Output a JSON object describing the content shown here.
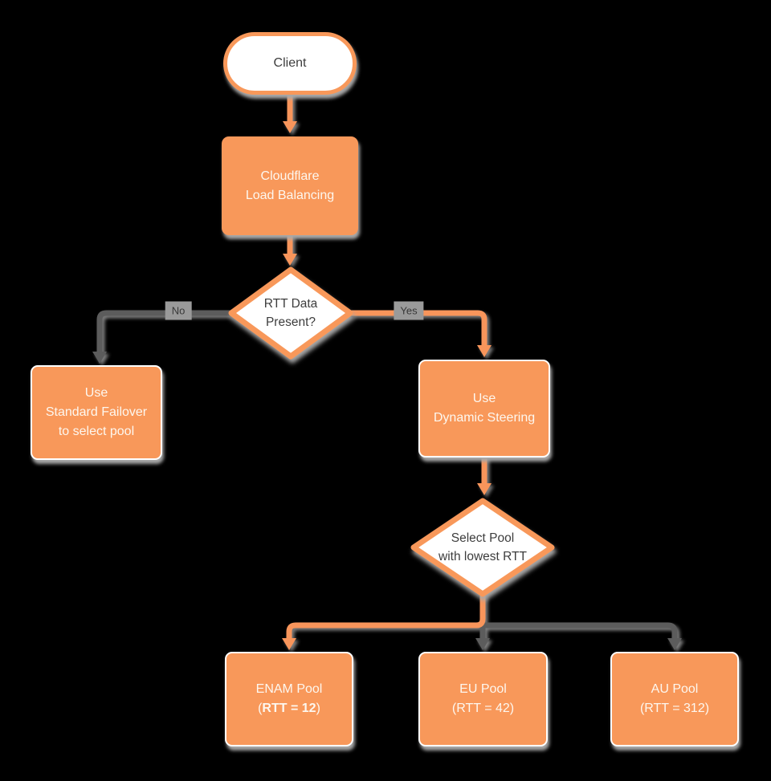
{
  "diagram": {
    "colors": {
      "node_orange": "#F8985A",
      "connector_gray": "#5C5C5C",
      "shadow_gray": "#A8A8A8",
      "dark_text": "#3D3D3D",
      "light_text": "#FDF7EF",
      "background": "#000000"
    },
    "nodes": {
      "client": {
        "type": "terminator",
        "label": "Client"
      },
      "cloudflare": {
        "type": "process",
        "line1": "Cloudflare",
        "line2": "Load Balancing"
      },
      "rtt_decision": {
        "type": "decision",
        "line1": "RTT Data",
        "line2": "Present?"
      },
      "failover": {
        "type": "process",
        "line1": "Use",
        "line2": "Standard Failover",
        "line3": "to select pool"
      },
      "dynamic": {
        "type": "process",
        "line1": "Use",
        "line2": "Dynamic Steering"
      },
      "select_pool": {
        "type": "decision",
        "line1": "Select Pool",
        "line2": "with lowest RTT"
      },
      "enam_pool": {
        "type": "process",
        "line1": "ENAM Pool",
        "paren_open": "(",
        "rtt_bold": "RTT = 12",
        "paren_close": ")"
      },
      "eu_pool": {
        "type": "process",
        "line1": "EU Pool",
        "line2": "(RTT = 42)"
      },
      "au_pool": {
        "type": "process",
        "line1": "AU Pool",
        "line2": "(RTT = 312)"
      }
    },
    "edge_labels": {
      "no": "No",
      "yes": "Yes"
    }
  }
}
